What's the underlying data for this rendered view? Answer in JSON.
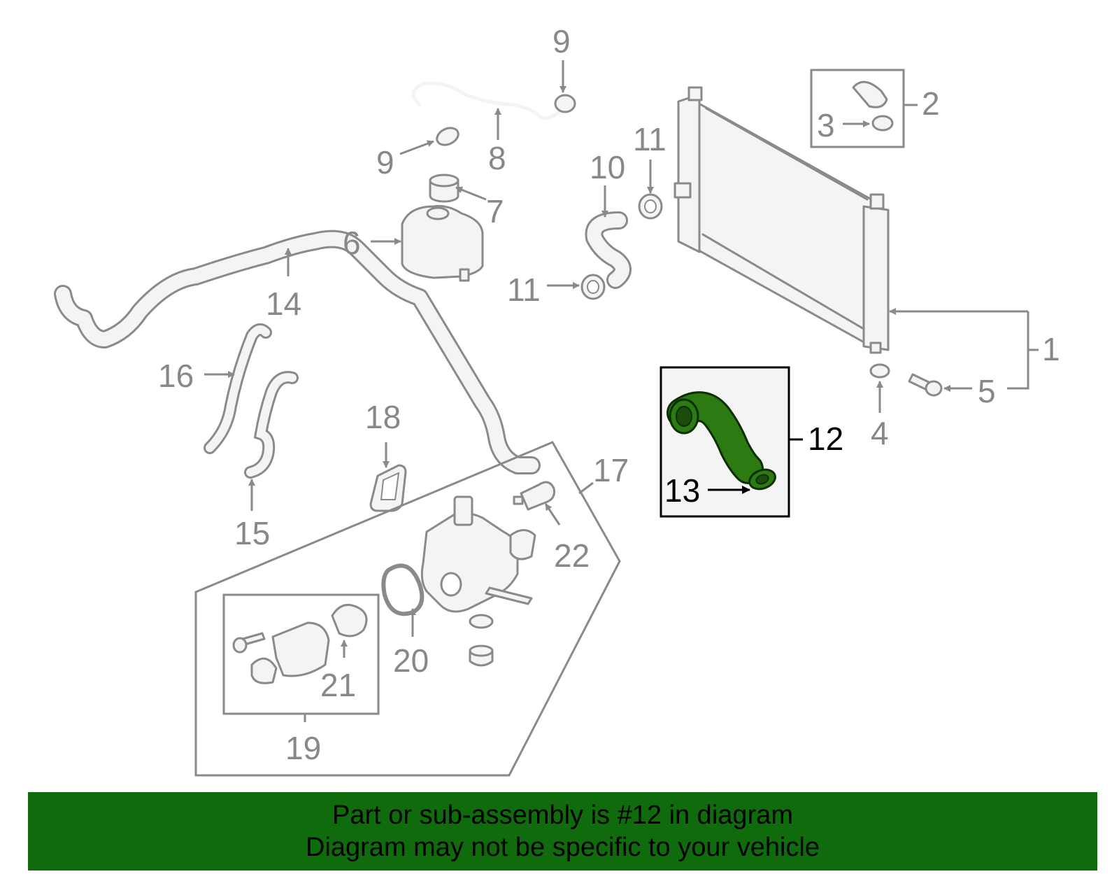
{
  "callouts": {
    "c1": "1",
    "c2": "2",
    "c3": "3",
    "c4": "4",
    "c5": "5",
    "c6": "6",
    "c7": "7",
    "c8": "8",
    "c9a": "9",
    "c9b": "9",
    "c10": "10",
    "c11a": "11",
    "c11b": "11",
    "c12": "12",
    "c13": "13",
    "c14": "14",
    "c15": "15",
    "c16": "16",
    "c17": "17",
    "c18": "18",
    "c19": "19",
    "c20": "20",
    "c21": "21",
    "c22": "22"
  },
  "banner": {
    "line1": "Part or sub-assembly is #12 in diagram",
    "line2": "Diagram may not be specific to your vehicle"
  },
  "colors": {
    "highlight": "#2b7a12",
    "banner": "#0f6b0b",
    "parts": "#8a8a8a"
  }
}
